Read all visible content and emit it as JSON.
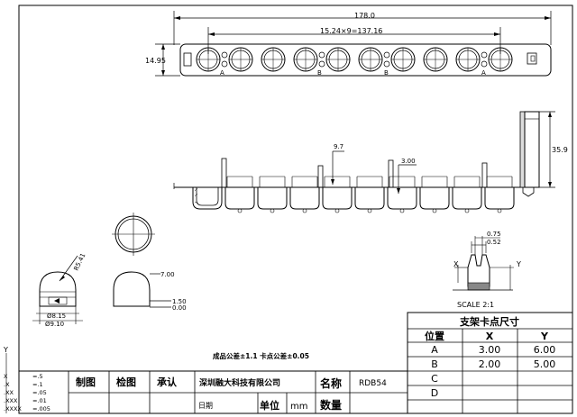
{
  "dimensions": {
    "overall_length": "178.0",
    "pitch": "15.24×9=137.16",
    "height": "14.95",
    "offset_9_7": "9.7",
    "offset_3_00": "3.00",
    "side_height": "35.9",
    "radius": "R5.41",
    "dia_inner": "Ø8.15",
    "dia_outer": "Ø9.10",
    "d_7_00": "7.00",
    "d_1_50": "1.50",
    "d_0_00": "0.00",
    "d_0_75": "0.75",
    "d_0_52": "0.52"
  },
  "markers": {
    "a": "A",
    "b": "B",
    "x": "X",
    "y": "Y"
  },
  "scale_label": "SCALE 2:1",
  "tolerance_note": "成品公差±1.1 卡点公差±0.05",
  "position_table": {
    "title": "支架卡点尺寸",
    "headers": [
      "位置",
      "X",
      "Y"
    ],
    "rows": [
      [
        "A",
        "3.00",
        "6.00"
      ],
      [
        "B",
        "2.00",
        "5.00"
      ],
      [
        "C",
        "",
        ""
      ],
      [
        "D",
        "",
        ""
      ]
    ]
  },
  "tolerances": [
    {
      "k": "X",
      "v": "=.5"
    },
    {
      "k": ".X",
      "v": "=.1"
    },
    {
      "k": ".XX",
      "v": "=.05"
    },
    {
      "k": ".XXX",
      "v": "=.01"
    },
    {
      "k": ".XXXX",
      "v": "=.005"
    }
  ],
  "title_block": {
    "draw": "制图",
    "check": "检图",
    "approve": "承认",
    "company": "深圳融大科技有限公司",
    "name_label": "名称",
    "name_value": "RDB54",
    "date_label": "日期",
    "unit_label": "单位",
    "unit_value": "mm",
    "qty_label": "数量"
  },
  "corner_y": "Y"
}
